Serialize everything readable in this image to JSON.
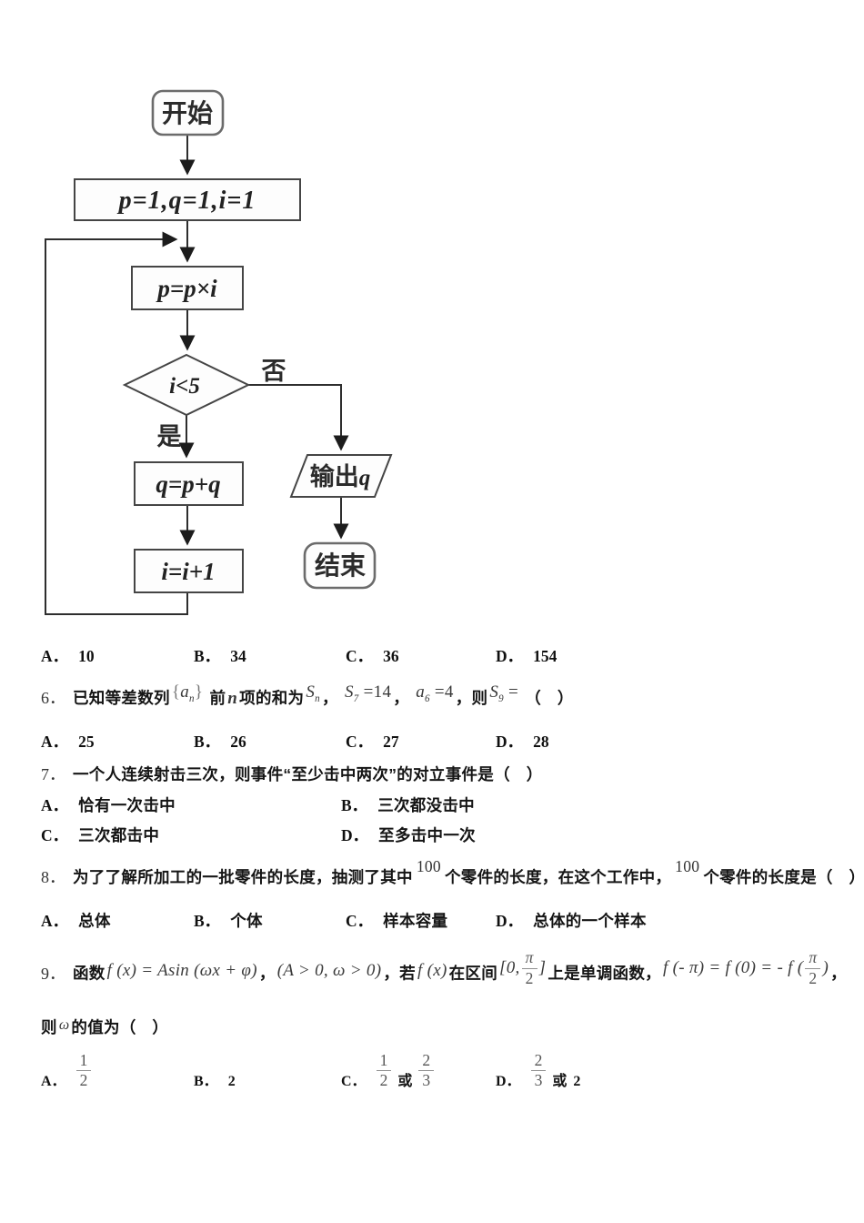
{
  "flowchart": {
    "start": "开始",
    "init": "p=1,q=1,i=1",
    "multiply": "p=p×i",
    "condition": "i<5",
    "yes": "是",
    "no": "否",
    "accumulate": "q=p+q",
    "increment": "i=i+1",
    "output_text": "输出",
    "output_var": "q",
    "end": "结束"
  },
  "q5": {
    "options": {
      "a": {
        "label": "A．",
        "value": "10"
      },
      "b": {
        "label": "B．",
        "value": "34"
      },
      "c": {
        "label": "C．",
        "value": "36"
      },
      "d": {
        "label": "D．",
        "value": "154"
      }
    }
  },
  "q6": {
    "number": "6．",
    "t1": "已知等差数列",
    "seq_open": "{",
    "seq_base": "a",
    "seq_sub": "n",
    "seq_close": "}",
    "t2": "前",
    "n_var": "n",
    "t3": "项的和为",
    "sn_base": "S",
    "sn_sub": "n",
    "c1": "，",
    "s7_base": "S",
    "s7_sub": "7",
    "s7_rest": " =14",
    "c2": "，",
    "a6_base": "a",
    "a6_sub": "6",
    "a6_rest": " =4",
    "c3": "，则",
    "s9_base": "S",
    "s9_sub": "9",
    "s9_rest": " =",
    "paren": "（　）",
    "options": {
      "a": {
        "label": "A．",
        "value": "25"
      },
      "b": {
        "label": "B．",
        "value": "26"
      },
      "c": {
        "label": "C．",
        "value": "27"
      },
      "d": {
        "label": "D．",
        "value": "28"
      }
    }
  },
  "q7": {
    "number": "7．",
    "text": "一个人连续射击三次，则事件“至少击中两次”的对立事件是（　）",
    "options": {
      "a": {
        "label": "A．",
        "value": "恰有一次击中"
      },
      "b": {
        "label": "B．",
        "value": "三次都没击中"
      },
      "c": {
        "label": "C．",
        "value": "三次都击中"
      },
      "d": {
        "label": "D．",
        "value": "至多击中一次"
      }
    }
  },
  "q8": {
    "number": "8．",
    "t1": "为了了解所加工的一批零件的长度，抽测了其中",
    "sup1": "100",
    "t2": "个零件的长度，在这个工作中，",
    "sup2": "100",
    "t3": "个零件的长度是（　）",
    "options": {
      "a": {
        "label": "A．",
        "value": "总体"
      },
      "b": {
        "label": "B．",
        "value": "个体"
      },
      "c": {
        "label": "C．",
        "value": "样本容量"
      },
      "d": {
        "label": "D．",
        "value": "总体的一个样本"
      }
    }
  },
  "q9": {
    "number": "9．",
    "t1": "函数",
    "m1": "f (x) = Asin (ωx + φ)",
    "c1": "，",
    "m2": "(A > 0, ω > 0)",
    "c2": "，若",
    "m3": "f (x)",
    "t2": "在区间",
    "ivl_open": "[0,",
    "ivl_num": "π",
    "ivl_den": "2",
    "ivl_close": "]",
    "t3": "上是单调函数，",
    "m4a": "f (- π) = f (0) = -  f (",
    "m4_num": "π",
    "m4_den": "2",
    "m4b": ")",
    "c3": "，",
    "l2a": "则",
    "omega": "ω",
    "l2b": "的值为（　）",
    "options": {
      "a": {
        "label": "A．",
        "f1n": "1",
        "f1d": "2"
      },
      "b": {
        "label": "B．",
        "value": "2"
      },
      "c": {
        "label": "C．",
        "f1n": "1",
        "f1d": "2",
        "join": "或",
        "f2n": "2",
        "f2d": "3"
      },
      "d": {
        "label": "D．",
        "f1n": "2",
        "f1d": "3",
        "join": "或",
        "suffix": "2"
      }
    }
  }
}
